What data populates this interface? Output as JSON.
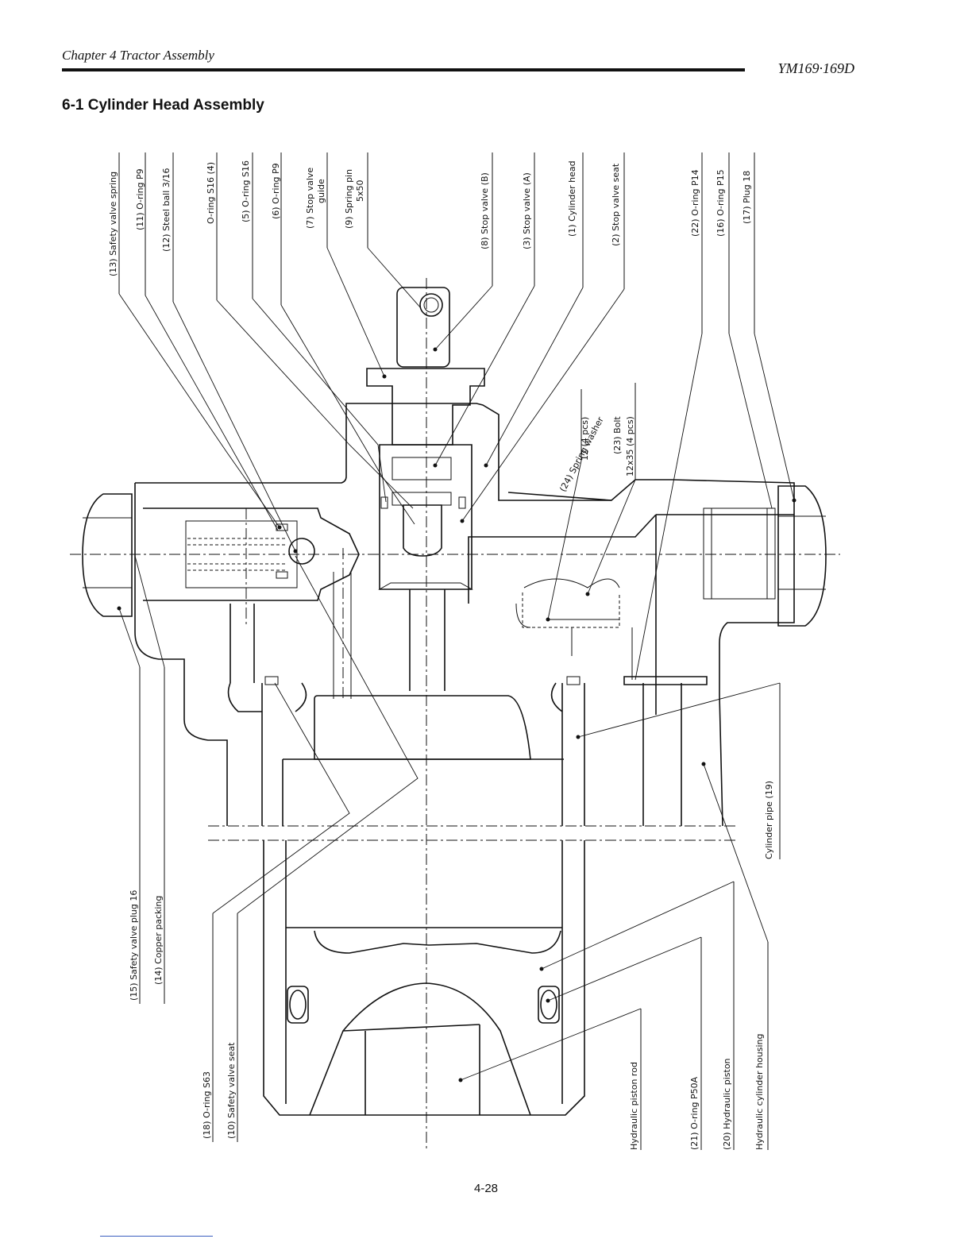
{
  "header": {
    "chapter": "Chapter 4  Tractor Assembly",
    "model": "YM169·169D"
  },
  "section_title": "6-1 Cylinder Head Assembly",
  "labels": {
    "l13": "(13) Safety valve spring",
    "l11": "(11) O-ring P9",
    "l12": "(12) Steel ball 3/16",
    "l4": "O-ring S16 (4)",
    "l5": "(5) O-ring S16",
    "l6": "(6) O-ring P9",
    "l7a": "(7) Stop valve",
    "l7b": "guide",
    "l9a": "(9) Spring pin",
    "l9b": "5x50",
    "l8": "(8) Stop valve (B)",
    "l3": "(3) Stop valve (A)",
    "l1": "(1) Cylinder head",
    "l2": "(2) Stop valve seat",
    "l22": "(22) O-ring P14",
    "l16": "(16) O-ring P15",
    "l17": "(17) Plug 18",
    "l24a": "(24) Spring washer",
    "l24b": "12 (4 pcs)",
    "l23a": "(23) Bolt",
    "l23b": "12x35 (4 pcs)",
    "l19": "Cylinder pipe (19)",
    "l15": "(15) Safety valve plug 16",
    "l14": "(14) Copper packing",
    "l18": "(18) O-ring S63",
    "l10": "(10) Safety valve seat",
    "lrod": "Hydraulic piston rod",
    "l21": "(21) O-ring P50A",
    "l20": "(20) Hydraulic piston",
    "lhousing": "Hydraulic cylinder housing"
  },
  "page_number": "4-28"
}
